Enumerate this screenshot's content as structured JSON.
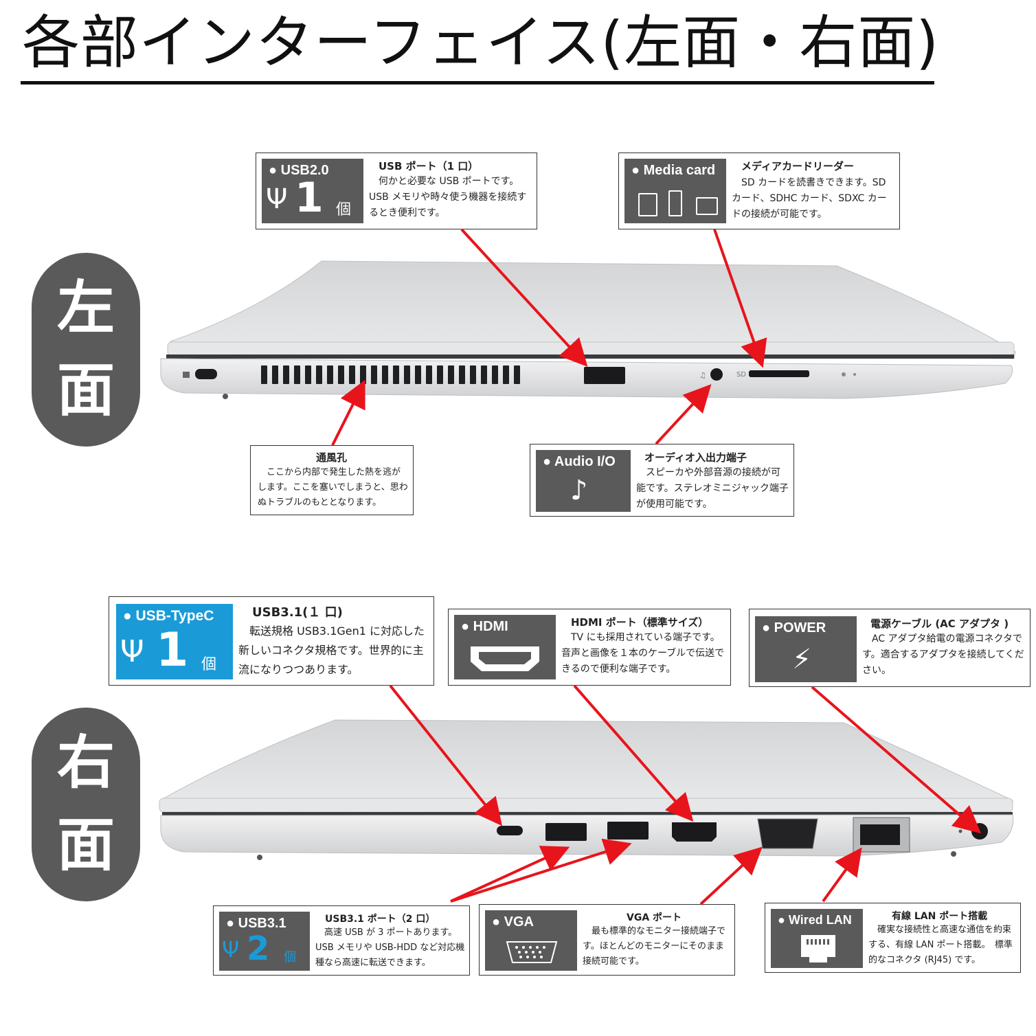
{
  "page": {
    "title": "各部インターフェイス(左面・右面)"
  },
  "left_label": {
    "line1": "左",
    "line2": "面"
  },
  "right_label": {
    "line1": "右",
    "line2": "面"
  },
  "callouts": {
    "usb20": {
      "badge": "● USB2.0",
      "count": "1",
      "unit": "個",
      "heading": "USB ポート（1 口）",
      "body": "　何かと必要な USB ポートです。　USB メモリや時々使う機器を接続するとき便利です。"
    },
    "media": {
      "badge": "● Media card",
      "heading": "メディアカードリーダー",
      "body": "　SD カードを読書きできます。SD カード、SDHC カード、SDXC カードの接続が可能です。"
    },
    "vent": {
      "heading": "通風孔",
      "body": "　ここから内部で発生した熱を逃がします。ここを塞いでしまうと、思わぬトラブルのもととなります。"
    },
    "audio": {
      "badge": "● Audio I/O",
      "heading": "オーディオ入出力端子",
      "body": "　スピーカや外部音源の接続が可能です。ステレオミニジャック端子が使用可能です。"
    },
    "typec": {
      "badge": "● USB-TypeC",
      "count": "1",
      "unit": "個",
      "heading": "USB3.1(１ 口)",
      "body": "　転送規格 USB3.1Gen1 に対応した新しいコネクタ規格です。世界的に主流になりつつあります。"
    },
    "hdmi": {
      "badge": "● HDMI",
      "heading": "HDMI ポート（標準サイズ）",
      "body": "　TV にも採用されている端子です。　音声と画像を１本のケーブルで伝送できるので便利な端子です。"
    },
    "power": {
      "badge": "● POWER",
      "heading": "電源ケーブル (AC アダプタ )",
      "body": "　AC アダプタ給電の電源コネクタです。適合するアダプタを接続してください。"
    },
    "usb31": {
      "badge": "● USB3.1",
      "count": "2",
      "unit": "個",
      "heading": "USB3.1 ポート（2 口）",
      "body": "　高速 USB が 3 ポートあります。USB メモリや USB-HDD など対応機種なら高速に転送できます。"
    },
    "vga": {
      "badge": "● VGA",
      "heading": "VGA ポート",
      "body": "　最も標準的なモニター接続端子です。ほとんどのモニターにそのまま接続可能です。"
    },
    "lan": {
      "badge": "● Wired LAN",
      "heading": "有線 LAN ポート搭載",
      "body": "　確実な接続性と高速な通信を約束する、有線 LAN ポート搭載。　標準的なコネクタ (RJ45) です。"
    }
  },
  "laptop_labels": {
    "sd": "SD"
  },
  "colors": {
    "badge_gray": "#5a5a5a",
    "badge_blue": "#1a9bd8",
    "arrow": "#e8141b"
  }
}
